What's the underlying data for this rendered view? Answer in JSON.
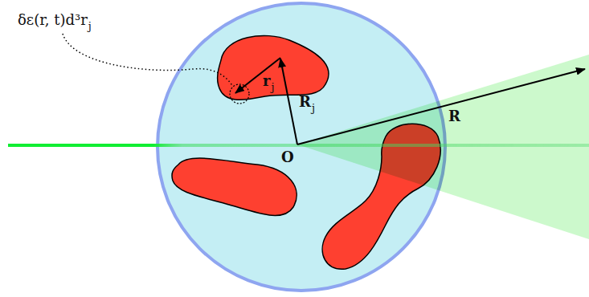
{
  "diagram": {
    "labels": [
      "δε(r, t)d³r",
      "j",
      "r",
      "j",
      "R",
      "j",
      "O",
      "R"
    ]
  }
}
